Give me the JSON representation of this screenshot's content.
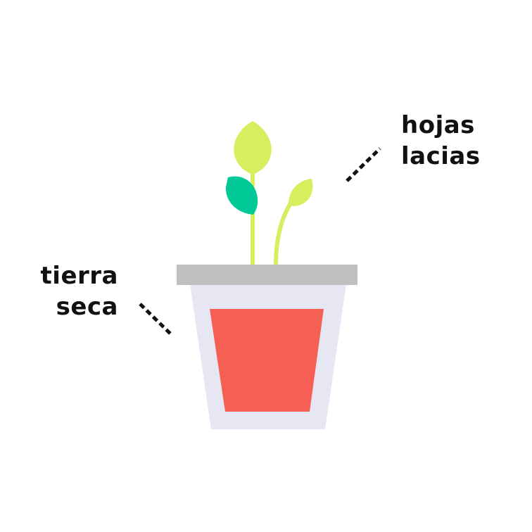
{
  "labels": {
    "leaves": {
      "line1": "hojas",
      "line2": "lacias"
    },
    "soil": {
      "line1": "tierra",
      "line2": "seca"
    }
  },
  "colors": {
    "background": "#ffffff",
    "pot_body": "#e6e7f3",
    "pot_rim": "#c0c0c0",
    "soil": "#f65f53",
    "stem": "#d6ef5e",
    "leaf_light": "#d6ef5e",
    "leaf_dark": "#00c896",
    "pointer": "#111111"
  },
  "icons": [
    "wilted-plant-illustration",
    "flower-pot"
  ]
}
